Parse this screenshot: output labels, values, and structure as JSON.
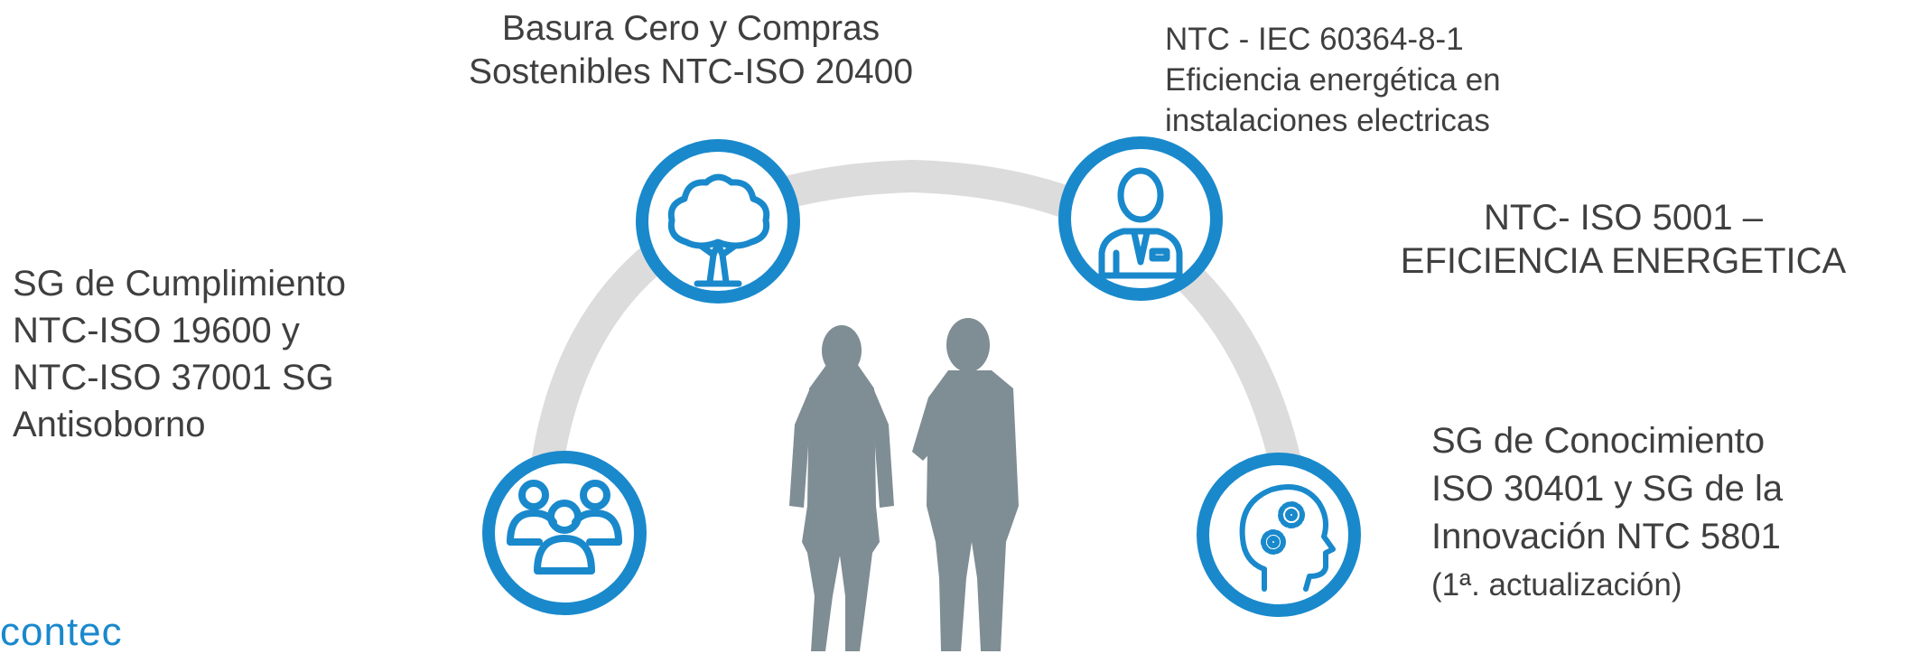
{
  "labels": {
    "top_center": [
      "Basura Cero y Compras",
      "Sostenibles NTC-ISO 20400"
    ],
    "top_right": [
      "NTC - IEC 60364-8-1",
      "Eficiencia energética en",
      "instalaciones electricas"
    ],
    "energy": [
      "NTC- ISO 5001 –",
      "EFICIENCIA ENERGETICA"
    ],
    "left": [
      "SG de Cumplimiento",
      "NTC-ISO 19600 y",
      "NTC-ISO 37001 SG",
      "Antisoborno"
    ],
    "right": [
      "SG de Conocimiento",
      "ISO 30401 y SG de la",
      "Innovación NTC 5801"
    ],
    "right_small": "(1ª. actualización)"
  },
  "logo": "contec",
  "colors": {
    "accent": "#1989cc",
    "arc": "#dcdcdc",
    "silhouette": "#7f8d94",
    "text": "#3f3f3f"
  },
  "icons": [
    "people-group-icon",
    "tree-icon",
    "businessman-icon",
    "head-gears-icon"
  ]
}
